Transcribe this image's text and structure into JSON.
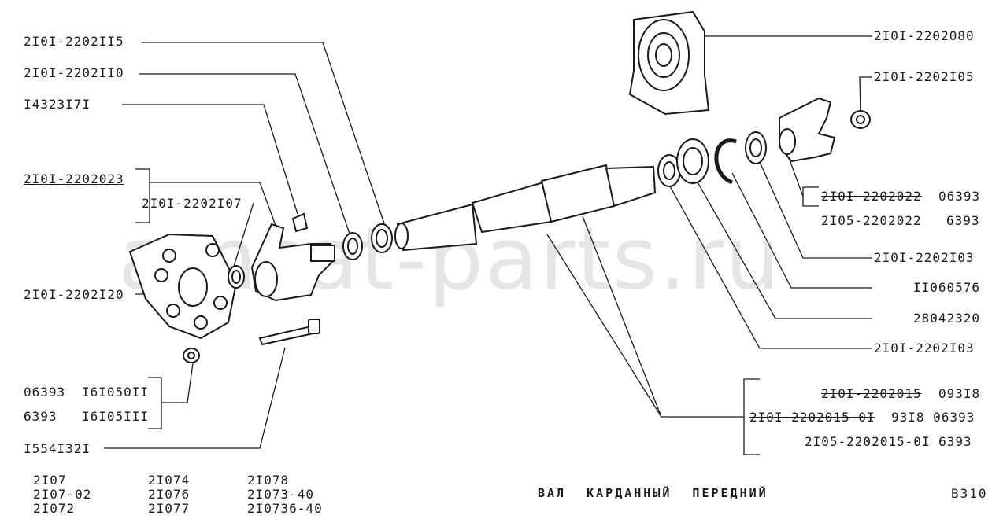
{
  "title": "ВАЛ КАРДАННЫЙ ПЕРЕДНИЙ",
  "code": "В310",
  "watermark": "amsat-parts.ru",
  "labels": {
    "l1": "2I0I-2202II5",
    "l2": "2I0I-2202II0",
    "l3": "I4323I7I",
    "l4": "2I0I-2202023",
    "l5": "2I0I-2202I07",
    "l6": "2I0I-2202I20",
    "l7a": "06393",
    "l7b": "I6I050II",
    "l8a": "6393",
    "l8b": "I6I05III",
    "l9": "I554I32I",
    "r1": "2I0I-2202080",
    "r2": "2I0I-2202I05",
    "r3a": "2I0I-2202022",
    "r3b": "06393",
    "r4a": "2I05-2202022",
    "r4b": "6393",
    "r5": "2I0I-2202I03",
    "r6": "II060576",
    "r7": "28042320",
    "r8": "2I0I-2202I03",
    "r9a": "2I0I-2202015",
    "r9b": "093I8",
    "r10a": "2I0I-2202015-0I",
    "r10b": "93I8 06393",
    "r11": "2I05-2202015-0I 6393"
  },
  "models": {
    "col1": [
      "2I07",
      "2I07-02",
      "2I072"
    ],
    "col2": [
      "2I074",
      "2I076",
      "2I077"
    ],
    "col3": [
      "2I078",
      "2I073-40",
      "2I0736-40"
    ]
  }
}
